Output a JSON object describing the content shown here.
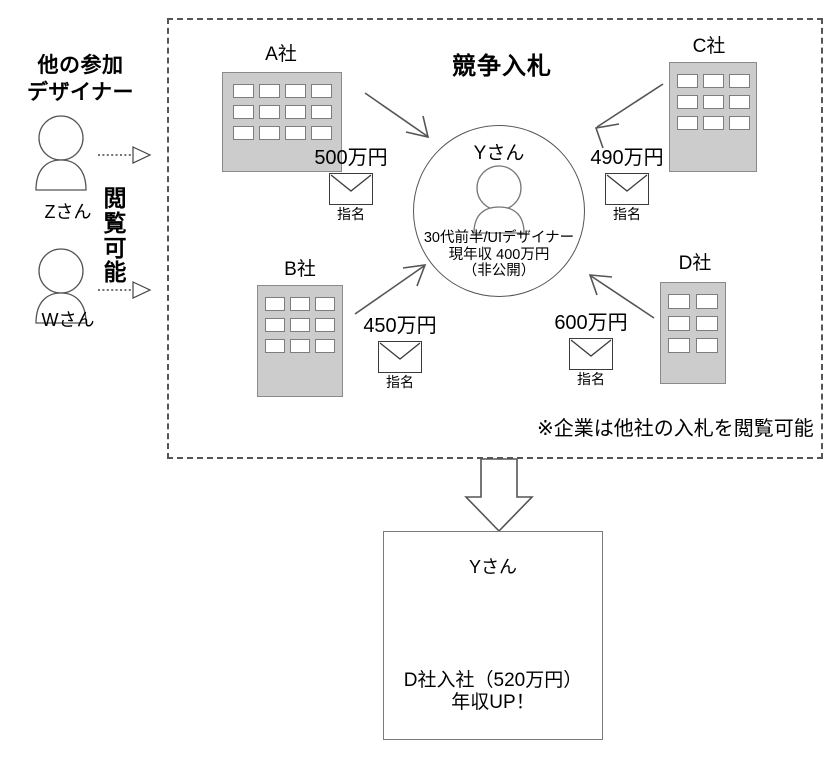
{
  "left_panel": {
    "heading": "他の参加\nデザイナー",
    "heading_line1": "他の参加",
    "heading_line2": "デザイナー",
    "participants": [
      {
        "icon": "person-icon",
        "label": "Zさん"
      },
      {
        "icon": "person-icon",
        "label": "Wさん"
      }
    ],
    "access_note": "閲覧可能",
    "access_note_chars": [
      "閲",
      "覧",
      "可",
      "能"
    ],
    "arrow_style": "dotted-open-triangle"
  },
  "bid_frame": {
    "title": "競争入札",
    "note": "※企業は他社の入札を閲覧可能",
    "border_style": "dashed"
  },
  "companies": [
    {
      "id": "a",
      "label": "A社",
      "building": {
        "columns": 4,
        "rows": 3,
        "fill": "#cccccc",
        "window_fill": "#ffffff"
      },
      "bid": {
        "amount": "500万円",
        "envelope_icon": "envelope-icon",
        "envelope_label": "指名"
      }
    },
    {
      "id": "b",
      "label": "B社",
      "building": {
        "columns": 3,
        "rows": 3,
        "fill": "#cccccc",
        "window_fill": "#ffffff"
      },
      "bid": {
        "amount": "450万円",
        "envelope_icon": "envelope-icon",
        "envelope_label": "指名"
      }
    },
    {
      "id": "c",
      "label": "C社",
      "building": {
        "columns": 3,
        "rows": 3,
        "fill": "#cccccc",
        "window_fill": "#ffffff"
      },
      "bid": {
        "amount": "490万円",
        "envelope_icon": "envelope-icon",
        "envelope_label": "指名"
      }
    },
    {
      "id": "d",
      "label": "D社",
      "building": {
        "columns": 2,
        "rows": 3,
        "fill": "#cccccc",
        "window_fill": "#ffffff"
      },
      "bid": {
        "amount": "600万円",
        "envelope_icon": "envelope-icon",
        "envelope_label": "指名"
      }
    }
  ],
  "candidate": {
    "name": "Yさん",
    "icon": "person-icon",
    "detail_line1": "30代前半/UIデザイナー",
    "detail_line2": "現年収 400万円",
    "detail_line3": "（非公開）"
  },
  "flow_arrow": {
    "icon": "down-block-arrow-icon",
    "direction": "down"
  },
  "outcome": {
    "name": "Yさん",
    "icon": "person-icon",
    "badge_icon": "starburst-badge-icon",
    "line1": "D社入社（520万円）",
    "line2": "年収UP！"
  },
  "colors": {
    "building_fill": "#cccccc",
    "building_stroke": "#8a8a8a",
    "frame_stroke": "#555555",
    "line": "#444444",
    "text": "#000000",
    "background": "#ffffff"
  }
}
